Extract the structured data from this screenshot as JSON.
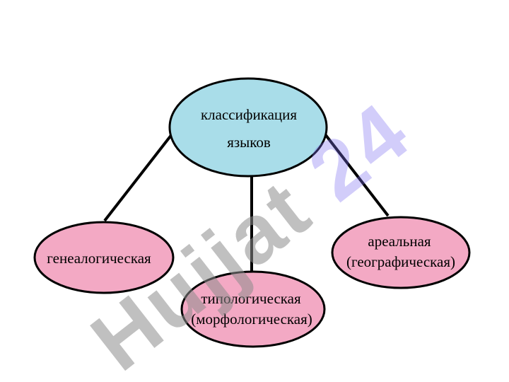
{
  "diagram": {
    "root": {
      "lines": [
        "классификация",
        "языков"
      ],
      "fill": "#a9dde9"
    },
    "children": [
      {
        "key": "genealogical",
        "lines": [
          "генеалогическая"
        ],
        "fill": "#f3a9c4"
      },
      {
        "key": "typological",
        "lines": [
          "типологическая",
          "(морфологическая)"
        ],
        "fill": "#f3a9c4"
      },
      {
        "key": "areal",
        "lines": [
          "ареальная",
          "(географическая)"
        ],
        "fill": "#f3a9c4"
      }
    ],
    "outline_color": "#000000"
  },
  "watermark": {
    "brand_text": "Hujjat",
    "number_text": "24",
    "brand_color": "#8c8c8c",
    "number_color": "#7f6ff2"
  }
}
